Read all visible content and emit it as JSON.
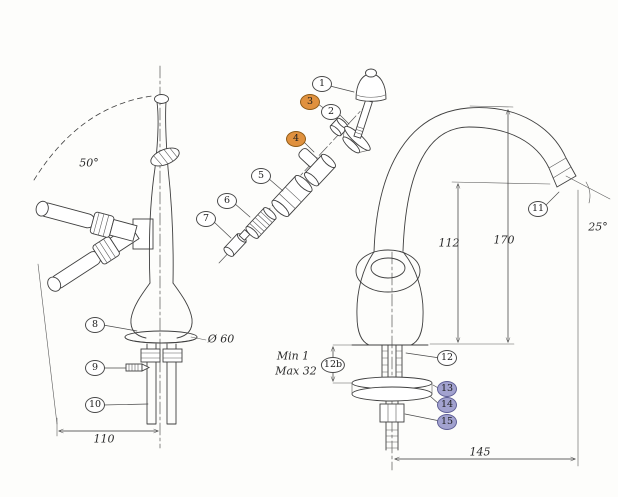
{
  "colors": {
    "line": "#3f3f3f",
    "callout_orange": "#e0913e",
    "callout_purple": "#a2a2cf",
    "paper": "#fdfdfb"
  },
  "drawing": {
    "callouts": [
      {
        "id": "1",
        "label": "1",
        "variant": "plain"
      },
      {
        "id": "2",
        "label": "2",
        "variant": "plain"
      },
      {
        "id": "3",
        "label": "3",
        "variant": "orange"
      },
      {
        "id": "4",
        "label": "4",
        "variant": "orange"
      },
      {
        "id": "5",
        "label": "5",
        "variant": "plain"
      },
      {
        "id": "6",
        "label": "6",
        "variant": "plain"
      },
      {
        "id": "7",
        "label": "7",
        "variant": "plain"
      },
      {
        "id": "8",
        "label": "8",
        "variant": "plain"
      },
      {
        "id": "9",
        "label": "9",
        "variant": "plain"
      },
      {
        "id": "10",
        "label": "10",
        "variant": "plain"
      },
      {
        "id": "11",
        "label": "11",
        "variant": "plain"
      },
      {
        "id": "12",
        "label": "12",
        "variant": "plain"
      },
      {
        "id": "12b",
        "label": "12b",
        "variant": "plain"
      },
      {
        "id": "13",
        "label": "13",
        "variant": "purple"
      },
      {
        "id": "14",
        "label": "14",
        "variant": "purple"
      },
      {
        "id": "15",
        "label": "15",
        "variant": "purple"
      }
    ],
    "dimensions": {
      "front_handle_angle": "50°",
      "front_diameter": "Ø 60",
      "front_width": "110",
      "side_spout_height": "112",
      "side_total_height": "170",
      "side_spout_angle": "25°",
      "side_base_depth": "145",
      "deck_min": "Min 1",
      "deck_max": "Max 32"
    }
  }
}
